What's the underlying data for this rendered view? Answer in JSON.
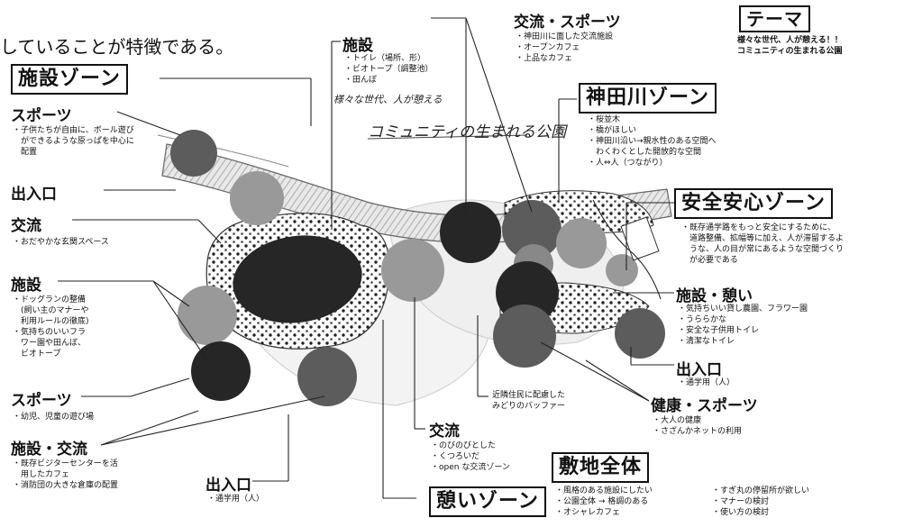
{
  "intro": "していることが特徴である。",
  "theme": {
    "title": "テーマ",
    "lines": [
      "様々な世代、人が憩える！！",
      "コミュニティの生まれる公園"
    ]
  },
  "handwriting": {
    "line1": "様々な世代、人が憩える",
    "line2": "コミュニティの生まれる公園"
  },
  "zones": {
    "shisetsu": "施設ゾーン",
    "kandagawa": "神田川ゾーン",
    "anzen": "安全安心ゾーン",
    "shikichi": "敷地全体",
    "ikoi": "憩いゾーン"
  },
  "left": [
    {
      "head": "スポーツ",
      "items": [
        "・子供たちが自由に、ボール遊び",
        "　ができるような原っぱを中心に",
        "　配置"
      ]
    },
    {
      "head": "出入口",
      "items": []
    },
    {
      "head": "交流",
      "items": [
        "・おだやかな玄関スペース"
      ]
    },
    {
      "head": "施設",
      "items": [
        "・ドッグランの整備",
        "　(飼い主のマナーや",
        "　利用ルールの徹底)",
        "・気持ちのいいフラ",
        "　ワー園や田んぼ、",
        "　ビオトープ"
      ]
    },
    {
      "head": "スポーツ",
      "items": [
        "・幼児、児童の遊び場"
      ]
    },
    {
      "head": "施設・交流",
      "items": [
        "・既存ビジターセンターを活",
        "　用したカフェ",
        "・消防団の大きな倉庫の配置"
      ]
    }
  ],
  "top_shisetsu": {
    "head": "施設",
    "items": [
      "・トイレ（場所、形）",
      "・ビオトープ（調整池）",
      "・田んぼ"
    ]
  },
  "top_koryu": {
    "head": "交流・スポーツ",
    "items": [
      "・神田川に面した交流施設",
      "・オープンカフェ",
      "・上品なカフェ"
    ]
  },
  "kanda_items": [
    "・桜並木",
    "・橋がほしい",
    "・神田川沿い→親水性のある空間へ",
    "　わくわくとした開放的な空間",
    "・人⇔人（つながり）"
  ],
  "anzen_items": [
    "・既存通学路をもっと安全にするために、",
    "　道路整備、拡幅等に加え、人が滞留するよ",
    "　うな、人の目が常にあるような空間づくり",
    "　が必要である"
  ],
  "right": [
    {
      "head": "施設・憩い",
      "items": [
        "・気持ちいい貸し農園、フラワー園",
        "・うららかな",
        "・安全な子供用トイレ",
        "・清潔なトイレ"
      ]
    },
    {
      "head": "出入口",
      "items": [
        "・通学用（人）"
      ]
    },
    {
      "head": "健康・スポーツ",
      "items": [
        "・大人の健康",
        "・さざんかネットの利用"
      ]
    }
  ],
  "buffer": [
    "近隣住民に配慮した",
    "みどりのバッファー"
  ],
  "bottom_koryu": {
    "head": "交流",
    "items": [
      "・のびのびとした",
      "・くつろいだ",
      "・open な交流ゾーン"
    ]
  },
  "bottom_entrance": {
    "head": "出入口",
    "items": [
      "・通学用（人）"
    ]
  },
  "shikichi_cols": [
    [
      "・風格のある施設にしたい",
      "・公園全体 → 格調のある",
      "・オシャレカフェ"
    ],
    [
      "・すぎ丸の停留所が欲しい",
      "・マナーの検討",
      "・使い方の検討"
    ]
  ],
  "colors": {
    "dark": "#262626",
    "mid": "#5c5c5c",
    "light": "#999999",
    "ink": "#111111"
  }
}
